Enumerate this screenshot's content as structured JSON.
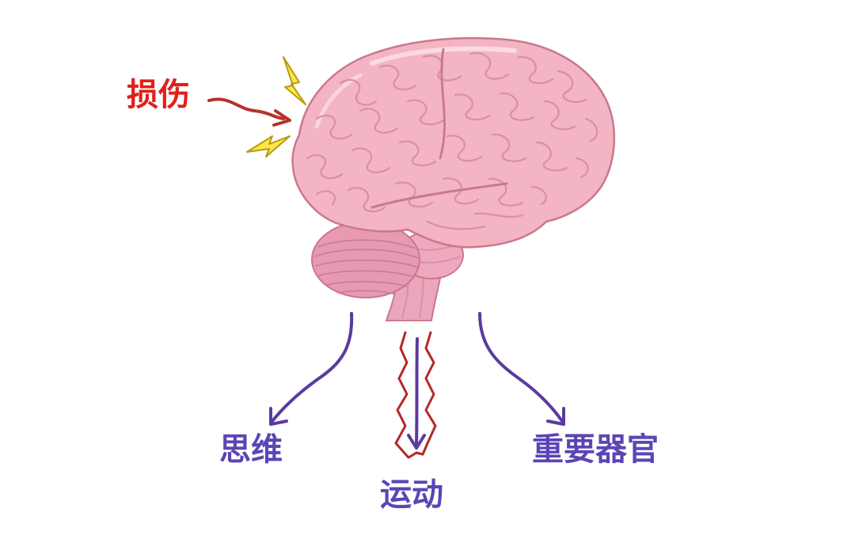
{
  "labels": {
    "injury": "损伤",
    "thinking": "思维",
    "motion": "运动",
    "organs": "重要器官"
  },
  "colors": {
    "injury_text": "#e0201a",
    "function_text": "#5b45b5",
    "injury_arrow": "#b8312b",
    "function_arrow": "#5b3aa0",
    "lightning_fill": "#fde84a",
    "lightning_stroke": "#b89a10",
    "zigzag": "#b3282a",
    "brain_fill": "#f3b4c4",
    "brain_outline": "#c9788f",
    "brain_fold": "#d98fa6",
    "brain_highlight": "#fce3ea",
    "cerebellum": "#e89ab3",
    "brainstem": "#eaa7bb"
  },
  "icons": [
    "brain-illustration",
    "lightning-bolt-icon",
    "wavy-arrow-icon",
    "zigzag-line-icon"
  ]
}
